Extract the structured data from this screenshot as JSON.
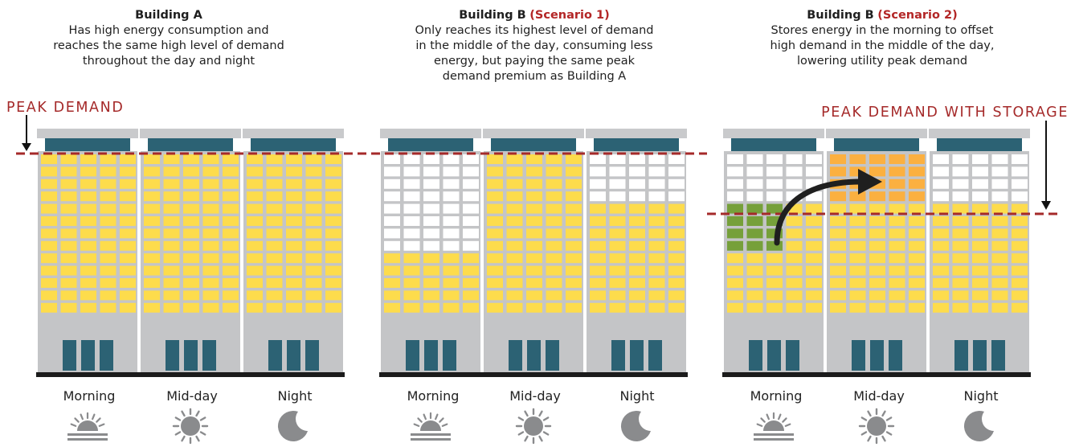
{
  "panels": [
    {
      "title": "Building A",
      "scenario": "",
      "description": [
        "Has high energy consumption and",
        "reaches the same high level of demand",
        "throughout the day and night"
      ],
      "buildings": [
        {
          "label": "Morning",
          "yellow_rows": 13,
          "white_rows": 0,
          "orange_rows": 0,
          "green_rows": 0
        },
        {
          "label": "Mid-day",
          "yellow_rows": 13,
          "white_rows": 0,
          "orange_rows": 0,
          "green_rows": 0
        },
        {
          "label": "Night",
          "yellow_rows": 13,
          "white_rows": 0,
          "orange_rows": 0,
          "green_rows": 0
        }
      ]
    },
    {
      "title": "Building B",
      "scenario": "(Scenario 1)",
      "description": [
        "Only reaches its highest level of demand",
        "in the middle of the day, consuming less",
        "energy, but paying the same peak",
        "demand premium as Building A"
      ],
      "buildings": [
        {
          "label": "Morning",
          "yellow_rows": 5,
          "white_rows": 8,
          "orange_rows": 0,
          "green_rows": 0
        },
        {
          "label": "Mid-day",
          "yellow_rows": 13,
          "white_rows": 0,
          "orange_rows": 0,
          "green_rows": 0
        },
        {
          "label": "Night",
          "yellow_rows": 9,
          "white_rows": 4,
          "orange_rows": 0,
          "green_rows": 0
        }
      ]
    },
    {
      "title": "Building B",
      "scenario": "(Scenario 2)",
      "description": [
        "Stores energy in the morning to offset",
        "high demand in the middle of the day,",
        "lowering utility peak demand"
      ],
      "buildings": [
        {
          "label": "Morning",
          "yellow_rows": 5,
          "white_rows": 4,
          "orange_rows": 0,
          "green_rows": 4
        },
        {
          "label": "Mid-day",
          "yellow_rows": 9,
          "white_rows": 0,
          "orange_rows": 4,
          "green_rows": 0
        },
        {
          "label": "Night",
          "yellow_rows": 9,
          "white_rows": 4,
          "orange_rows": 0,
          "green_rows": 0
        }
      ]
    }
  ],
  "peak_demand_label": "PEAK DEMAND",
  "peak_storage_label": "PEAK DEMAND WITH STORAGE",
  "time_icons": {
    "Morning": "sunrise-icon",
    "Mid-day": "sun-icon",
    "Night": "moon-icon"
  },
  "colors": {
    "window_yellow": "#fddc4c",
    "window_white": "#ffffff",
    "window_orange": "#fbb040",
    "window_green": "#76a03a",
    "facade": "#c4c5c7",
    "roof_accent": "#2c6274",
    "door": "#2c6274",
    "ground": "#1b1b1b",
    "peak_line": "#a52a2a",
    "icon_gray": "#8a8b8d"
  }
}
